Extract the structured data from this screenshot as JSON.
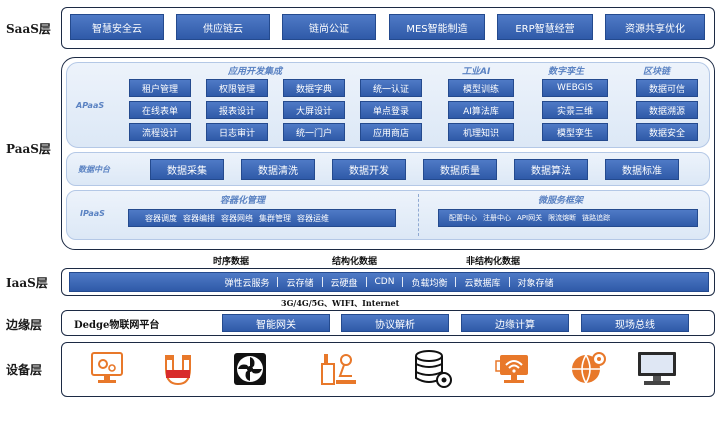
{
  "layers": {
    "saas": "SaaS层",
    "paas": "PaaS层",
    "iaas": "IaaS层",
    "edge": "边缘层",
    "device": "设备层"
  },
  "saas": {
    "items": [
      "智慧安全云",
      "供应链云",
      "链尚公证",
      "MES智能制造",
      "ERP智慧经营",
      "资源共享优化"
    ]
  },
  "paas": {
    "apaas_label": "APaaS",
    "groups": {
      "app_dev": "应用开发集成",
      "industrial_ai": "工业AI",
      "digital_twin": "数字孪生",
      "blockchain": "区块链"
    },
    "app_dev_items": [
      "租户管理",
      "权限管理",
      "数据字典",
      "统一认证",
      "在线表单",
      "报表设计",
      "大屏设计",
      "单点登录",
      "流程设计",
      "日志审计",
      "统一门户",
      "应用商店"
    ],
    "industrial_ai_items": [
      "模型训练",
      "AI算法库",
      "机理知识"
    ],
    "digital_twin_items": [
      "WEBGIS",
      "实景三维",
      "模型孪生"
    ],
    "blockchain_items": [
      "数据可信",
      "数据溯源",
      "数据安全"
    ],
    "data_platform_label": "数据中台",
    "data_platform_items": [
      "数据采集",
      "数据清洗",
      "数据开发",
      "数据质量",
      "数据算法",
      "数据标准"
    ],
    "ipaas_label": "IPaaS",
    "container_title": "容器化管理",
    "container_items": [
      "容器调度",
      "容器编排",
      "容器网络",
      "集群管理",
      "容器运维"
    ],
    "microservice_title": "微服务框架",
    "microservice_items": [
      "配置中心",
      "注册中心",
      "API网关",
      "限流熔断",
      "链路追踪"
    ]
  },
  "data_types": [
    "时序数据",
    "结构化数据",
    "非结构化数据"
  ],
  "iaas": {
    "items": [
      "弹性云服务",
      "云存储",
      "云硬盘",
      "CDN",
      "负载均衡",
      "云数据库",
      "对象存储"
    ]
  },
  "network": "3G/4G/5G、WIFI、Internet",
  "edge": {
    "platform": "Dedge物联网平台",
    "items": [
      "智能网关",
      "协议解析",
      "边缘计算",
      "现场总线"
    ]
  },
  "devices": {
    "icons": [
      "settings-monitor-icon",
      "magnet-icon",
      "fan-icon",
      "factory-robot-icon",
      "database-gear-icon",
      "wifi-monitor-icon",
      "globe-gear-icon",
      "desktop-computer-icon"
    ],
    "accent_color": "#e8782a"
  },
  "colors": {
    "box_blue": "#3a64b2",
    "frame_dark": "#1c2a44",
    "band_light": "#e3ecf8",
    "ghost_text": "#5a82c2"
  }
}
